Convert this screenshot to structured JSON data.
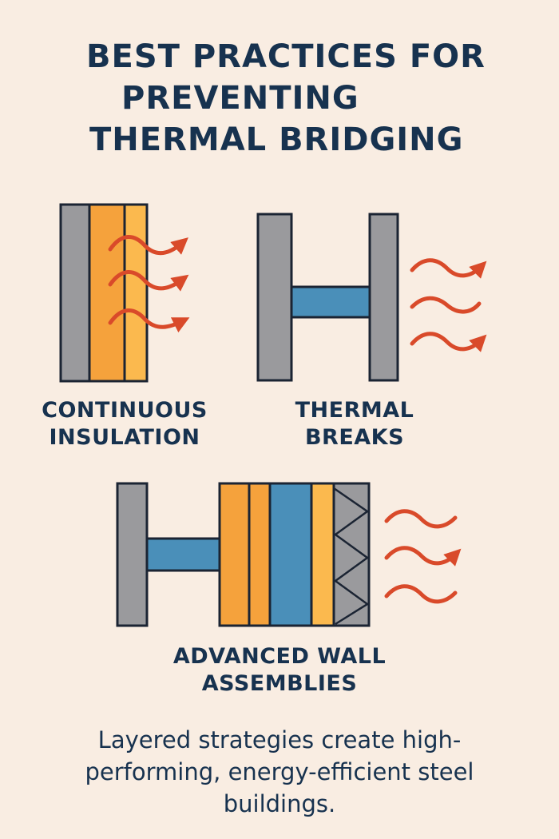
{
  "title": {
    "line1": "BEST PRACTICES FOR",
    "line2": "PREVENTING",
    "line3": "THERMAL BRIDGING"
  },
  "panels": [
    {
      "line1": "CONTINUOUS",
      "line2": "INSULATION"
    },
    {
      "line1": "THERMAL",
      "line2": "BREAKS"
    },
    {
      "line1": "ADVANCED WALL",
      "line2": "ASSEMBLIES"
    }
  ],
  "caption": {
    "line1": "Layered strategies create high-",
    "line2": "performing, energy-efficient steel",
    "line3": "buildings."
  },
  "colors": {
    "background": "#f9ede2",
    "steel": "#9a9a9d",
    "insulation": "#f5a23c",
    "insulation_light": "#fbb94e",
    "thermal_break": "#4a8fb9",
    "heat_arrow": "#d94a2a",
    "text": "#17324f",
    "outline": "#1b2433"
  }
}
